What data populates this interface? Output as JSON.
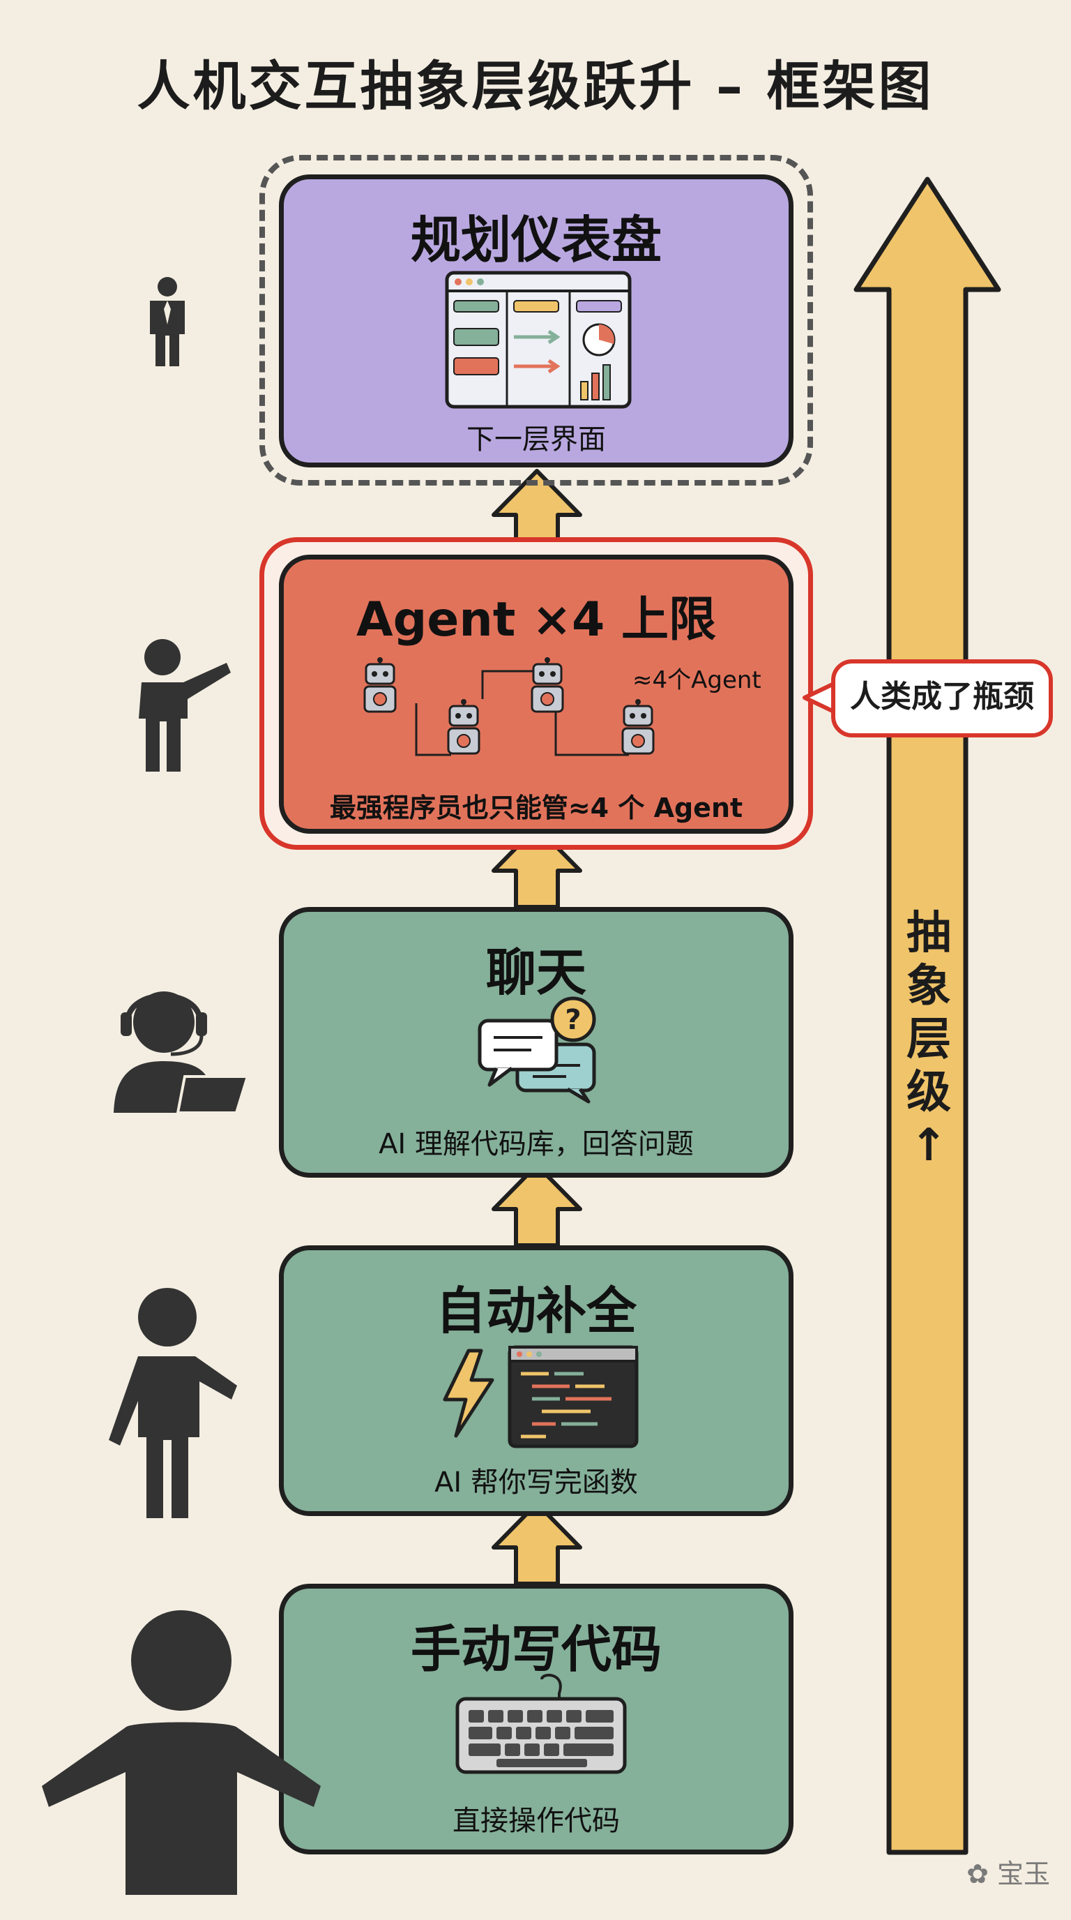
{
  "title": "人机交互抽象层级跃升 – 框架图",
  "levels": [
    {
      "name": "规划仪表盘",
      "subtitle": "下一层界面",
      "color": "#b9a8e0"
    },
    {
      "name": "Agent ×4 上限",
      "subtitle": "最强程序员也只能管≈4 个 Agent",
      "note": "≈4个Agent",
      "color": "#e2735b"
    },
    {
      "name": "聊天",
      "subtitle": "AI 理解代码库，回答问题",
      "color": "#85b09a"
    },
    {
      "name": "自动补全",
      "subtitle": "AI 帮你写完函数",
      "color": "#85b09a"
    },
    {
      "name": "手动写代码",
      "subtitle": "直接操作代码",
      "color": "#85b09a"
    }
  ],
  "callout": "人类成了瓶颈",
  "axis_label": [
    "抽",
    "象",
    "层",
    "级",
    "↑"
  ],
  "watermark": "宝玉",
  "accent": {
    "arrow": "#f0c46a",
    "bottleneck": "#d8362b"
  }
}
